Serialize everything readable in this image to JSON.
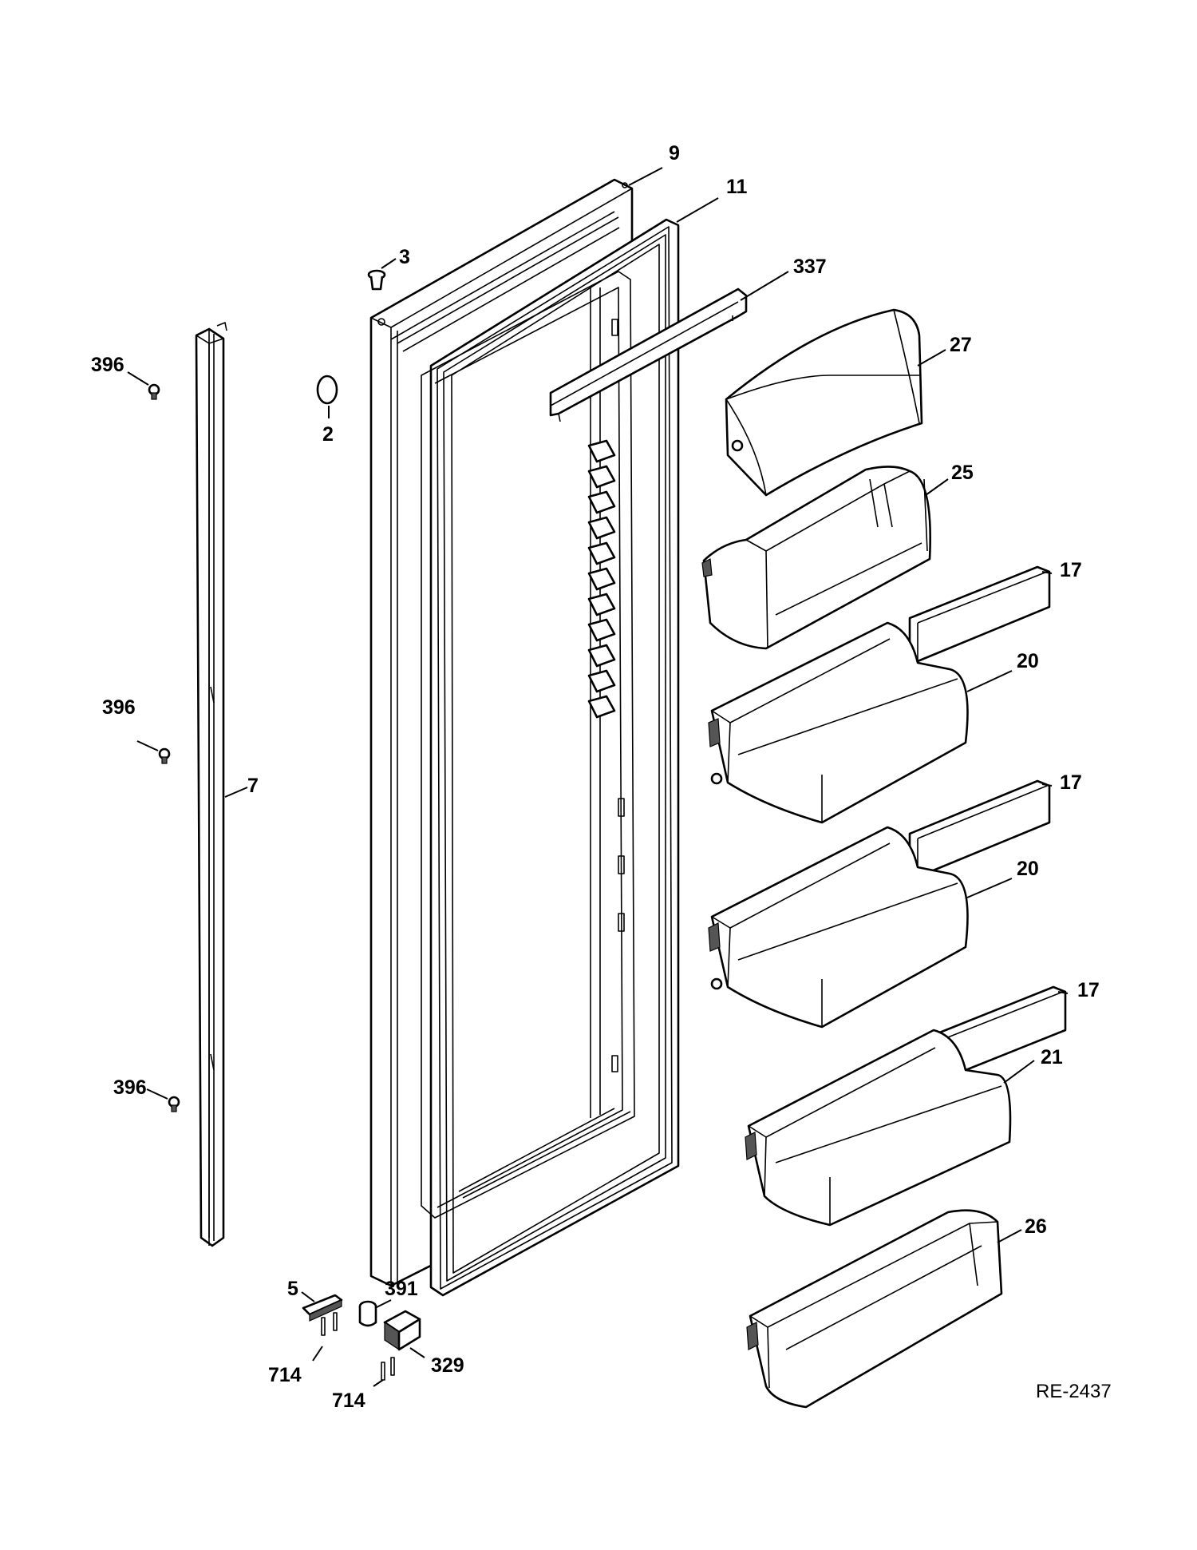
{
  "diagram_ref": "RE-2437",
  "callouts": {
    "c9": "9",
    "c11": "11",
    "c3": "3",
    "c337": "337",
    "c27": "27",
    "c396a": "396",
    "c2": "2",
    "c25": "25",
    "c17a": "17",
    "c20a": "20",
    "c396b": "396",
    "c7": "7",
    "c17b": "17",
    "c20b": "20",
    "c17c": "17",
    "c21": "21",
    "c396c": "396",
    "c26": "26",
    "c5": "5",
    "c391": "391",
    "c714a": "714",
    "c329": "329",
    "c714b": "714"
  }
}
